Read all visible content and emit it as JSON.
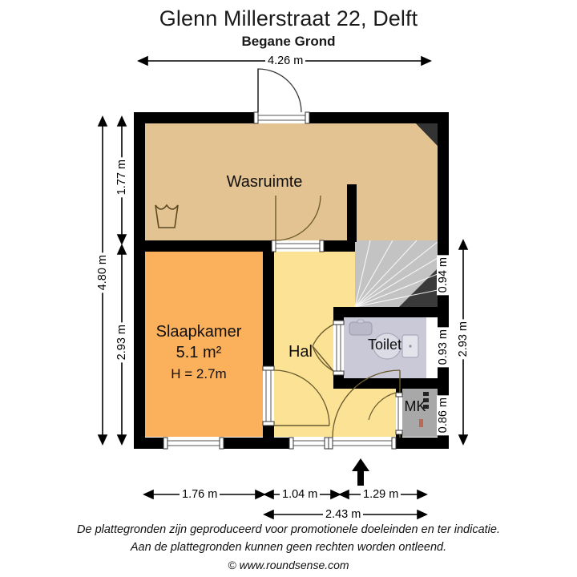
{
  "header": {
    "title": "Glenn Millerstraat 22, Delft",
    "subtitle": "Begane Grond"
  },
  "footer": {
    "line1": "De plattegronden zijn geproduceerd voor promotionele doeleinden en ter indicatie.",
    "line2": "Aan de plattegronden kunnen geen rechten worden ontleend.",
    "line3": "© www.roundsense.com"
  },
  "rooms": [
    {
      "id": "wasruimte",
      "label": "Wasruimte",
      "color": "#e3c391"
    },
    {
      "id": "slaapkamer",
      "label": "Slaapkamer",
      "area": "5.1 m²",
      "height": "H = 2.7m",
      "color": "#fbb05c"
    },
    {
      "id": "hal",
      "label": "Hal",
      "color": "#fbe295"
    },
    {
      "id": "toilet",
      "label": "Toilet",
      "color": "#c9c9d8"
    },
    {
      "id": "meterkast",
      "label": "MK",
      "color": "#a8a8a8"
    }
  ],
  "dimensions": {
    "top": [
      {
        "value": "4.26 m"
      }
    ],
    "left_outer": [
      {
        "value": "4.80 m"
      }
    ],
    "left_inner": [
      {
        "value": "1.77 m"
      },
      {
        "value": "2.93 m"
      }
    ],
    "right_inner": [
      {
        "value": "0.94 m"
      },
      {
        "value": "0.93 m"
      },
      {
        "value": "0.86 m"
      }
    ],
    "right_outer": [
      {
        "value": "2.93 m"
      }
    ],
    "bottom_inner": [
      {
        "value": "1.76 m"
      },
      {
        "value": "1.04 m"
      },
      {
        "value": "1.29 m"
      }
    ],
    "bottom_outer": [
      {
        "value": "2.43 m"
      }
    ]
  },
  "colors": {
    "wall": "#000000",
    "wasruimte": "#e3c391",
    "slaapkamer": "#fbb05c",
    "hal": "#fbe295",
    "toilet": "#c9c9d8",
    "meterkast": "#a8a8a8",
    "stairs": "#c3c3c3",
    "void": "#333333",
    "window": "#ffffff"
  },
  "icons": {
    "laundry": "laundry-tub-icon",
    "entrance": "entrance-arrow-icon",
    "wc": "wc-icon",
    "sink": "sink-icon"
  }
}
